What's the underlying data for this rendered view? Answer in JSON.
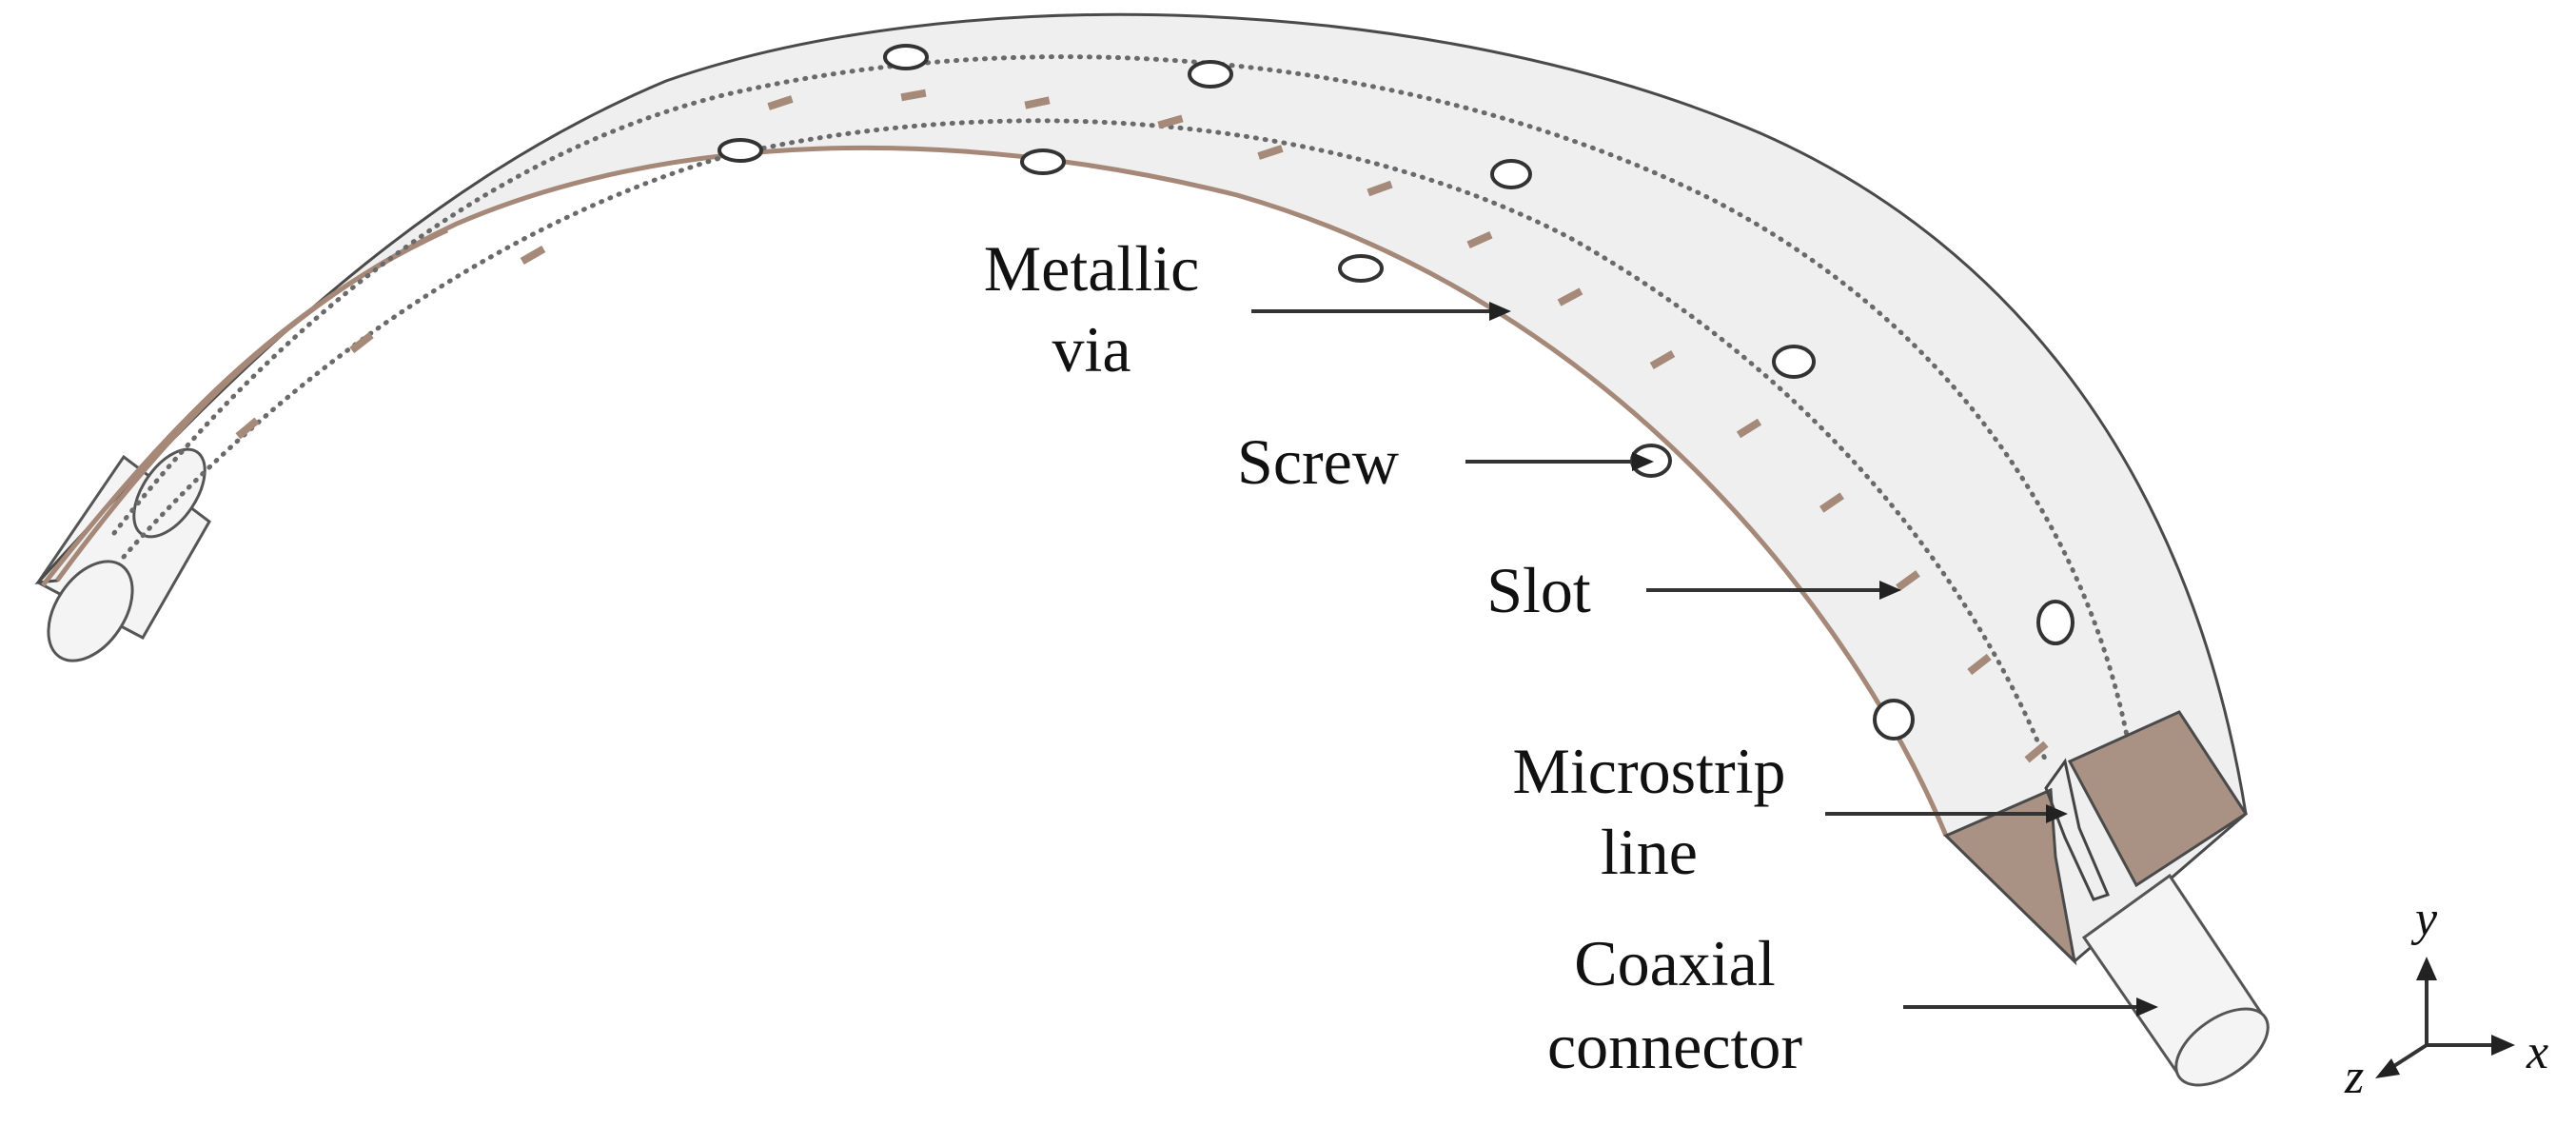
{
  "labels": {
    "metallic_via_line1": "Metallic",
    "metallic_via_line2": "via",
    "screw": "Screw",
    "slot": "Slot",
    "microstrip_line1": "Microstrip",
    "microstrip_line2": "line",
    "coaxial_line1": "Coaxial",
    "coaxial_line2": "connector"
  },
  "axes": {
    "x": "x",
    "y": "y",
    "z": "z"
  },
  "colors": {
    "substrate": "#efefef",
    "copper": "#a99283",
    "slot": "#a58a7a",
    "outline": "#444444"
  }
}
